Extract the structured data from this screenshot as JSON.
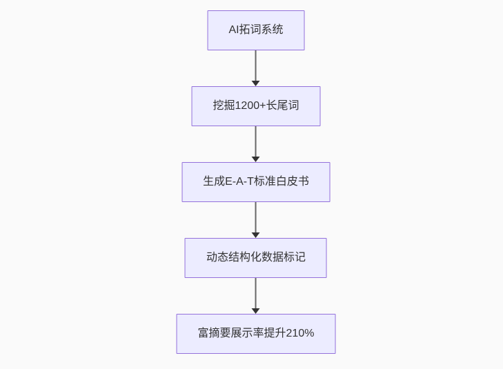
{
  "page": {
    "background": "#fafafa"
  },
  "diagram": {
    "type": "flowchart",
    "direction": "top-down",
    "nodes": [
      {
        "label": "AI拓词系统"
      },
      {
        "label": "挖掘1200+长尾词"
      },
      {
        "label": "生成E-A-T标准白皮书"
      },
      {
        "label": "动态结构化数据标记"
      },
      {
        "label": "富摘要展示率提升210%"
      }
    ],
    "edges": [
      {
        "from": 0,
        "to": 1,
        "arrow": "down"
      },
      {
        "from": 1,
        "to": 2,
        "arrow": "down"
      },
      {
        "from": 2,
        "to": 3,
        "arrow": "down"
      },
      {
        "from": 3,
        "to": 4,
        "arrow": "down"
      }
    ],
    "colors": {
      "background": "#fafafa",
      "node_fill": "#ececff",
      "node_border": "#9370db",
      "node_text": "#333333",
      "edge_line": "#666666",
      "edge_arrowhead": "#333333"
    }
  }
}
